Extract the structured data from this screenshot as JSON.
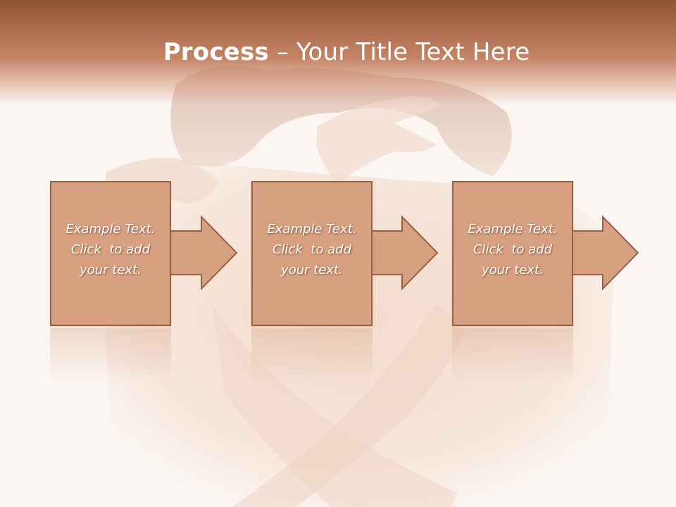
{
  "slide": {
    "title_bold": "Process",
    "title_rest": " – Your Title Text Here"
  },
  "steps": [
    {
      "line1": "Example Text.",
      "line2": "Click  to add",
      "line3": "your text."
    },
    {
      "line1": "Example Text.",
      "line2": "Click  to add",
      "line3": "your text."
    },
    {
      "line1": "Example Text.",
      "line2": "Click  to add",
      "line3": "your text."
    }
  ],
  "colors": {
    "title_band": "#a9694a",
    "box_fill": "#d7a080",
    "box_border": "#9a6048",
    "text": "#ffffff"
  }
}
